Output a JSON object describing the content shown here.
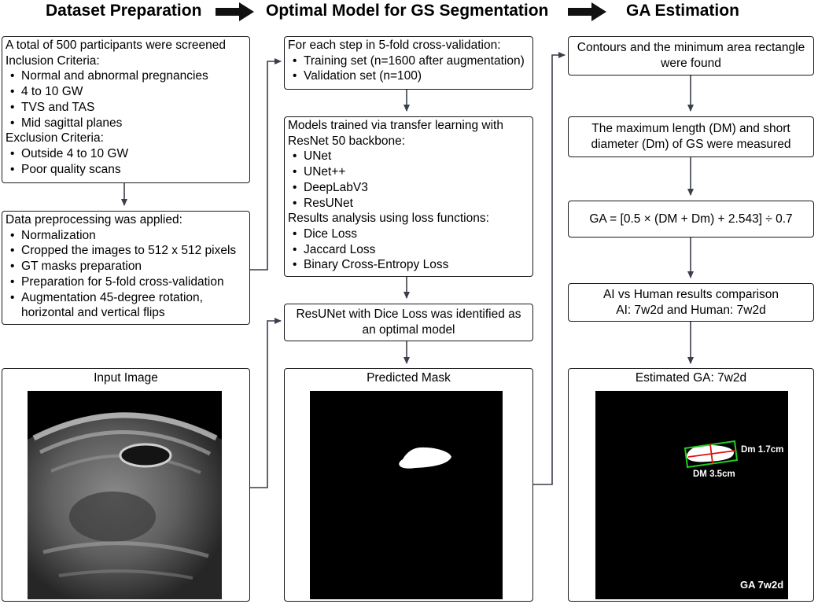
{
  "headers": {
    "col1": "Dataset Preparation",
    "col2": "Optimal Model for GS Segmentation",
    "col3": "GA Estimation"
  },
  "dataset": {
    "screen_line": "A total of 500 participants were screened",
    "inclusion_title": "Inclusion Criteria:",
    "inclusion": [
      "Normal and abnormal pregnancies",
      "4 to 10 GW",
      "TVS and TAS",
      "Mid sagittal planes"
    ],
    "exclusion_title": "Exclusion Criteria:",
    "exclusion": [
      "Outside 4 to 10 GW",
      "Poor quality scans"
    ]
  },
  "preprocessing": {
    "title": "Data preprocessing was applied:",
    "items": [
      "Normalization",
      "Cropped the images to 512 x 512 pixels",
      "GT masks preparation",
      "Preparation for 5-fold cross-validation",
      "Augmentation 45-degree rotation,"
    ],
    "continuation": "horizontal and vertical flips"
  },
  "cv": {
    "title": "For each step in 5-fold cross-validation:",
    "items": [
      "Training set (n=1600 after augmentation)",
      "Validation set (n=100)"
    ]
  },
  "models": {
    "line1": "Models trained via transfer learning with",
    "line2": "ResNet 50 backbone:",
    "model_list": [
      "UNet",
      "UNet++",
      "DeepLabV3",
      "ResUNet"
    ],
    "loss_title": "Results analysis using loss functions:",
    "loss_list": [
      "Dice Loss",
      "Jaccard Loss",
      "Binary Cross-Entropy Loss"
    ]
  },
  "optimal": {
    "line1": "ResUNet with Dice Loss was identified as",
    "line2": "an optimal model"
  },
  "ga": {
    "contours1": "Contours and the minimum area rectangle",
    "contours2": "were found",
    "measure1": "The maximum length (DM) and short",
    "measure2": "diameter (Dm) of GS were measured",
    "formula": "GA = [0.5 × (DM + Dm) + 2.543] ÷ 0.7",
    "compare1": "AI vs Human results comparison",
    "compare2": "AI: 7w2d and Human: 7w2d"
  },
  "images": {
    "input_caption": "Input Image",
    "mask_caption": "Predicted Mask",
    "estimated_caption": "Estimated GA: 7w2d",
    "dm_short_label": "Dm 1.7cm",
    "dm_long_label": "DM 3.5cm",
    "ga_label": "GA 7w2d"
  },
  "colors": {
    "rect": "#22cc22",
    "cross": "#dd1111",
    "connector": "#3a3f4a"
  }
}
